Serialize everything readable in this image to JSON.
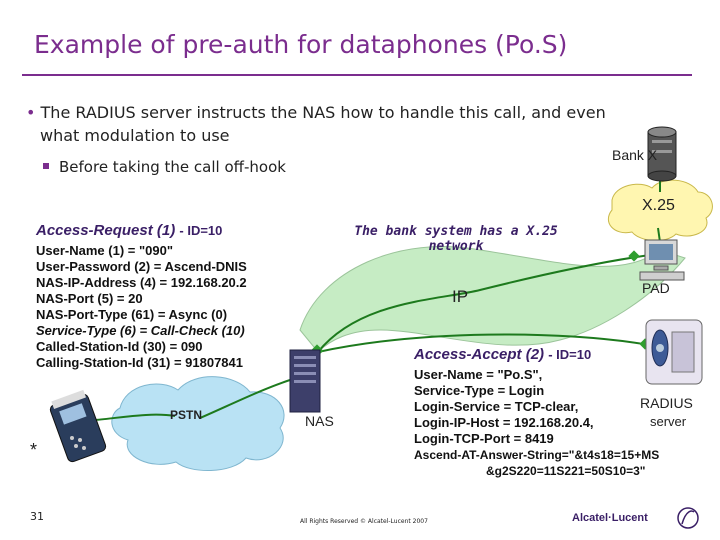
{
  "title": "Example of pre-auth for dataphones (Po.S)",
  "bullets": {
    "main_line1": "The RADIUS server instructs the NAS how to handle this call, and even",
    "main_line2": "what modulation to use",
    "sub": "Before taking the call off-hook"
  },
  "labels": {
    "bank": "Bank X",
    "x25": "X.25",
    "pad": "PAD",
    "ip": "IP",
    "pstn": "PSTN",
    "nas": "NAS",
    "radius": "RADIUS",
    "server": "server",
    "asterisk": "*"
  },
  "bank_note": {
    "line1": "The bank system has a X.25",
    "line2": "network"
  },
  "access_request": {
    "title": "Access-Request (1)",
    "id": "- ID=10",
    "lines": [
      "User-Name (1) = \"090\"",
      "User-Password (2) = Ascend-DNIS",
      "NAS-IP-Address (4) = 192.168.20.2",
      "NAS-Port (5) = 20",
      "NAS-Port-Type (61) = Async (0)",
      "Service-Type (6) = Call-Check (10)",
      "Called-Station-Id (30) = 090",
      "Calling-Station-Id (31) = 91807841"
    ]
  },
  "access_accept": {
    "title": "Access-Accept (2)",
    "id": "- ID=10",
    "lines": [
      "User-Name = \"Po.S\",",
      "Service-Type = Login",
      "Login-Service = TCP-clear,",
      "Login-IP-Host = 192.168.20.4,",
      "Login-TCP-Port = 8419",
      "Ascend-AT-Answer-String=\"&t4s18=15+MS",
      "&g2S220=11S221=50S10=3\""
    ]
  },
  "footer": {
    "page_number": "31",
    "rights": "All Rights Reserved © Alcatel-Lucent 2007",
    "brand": "Alcatel·Lucent"
  },
  "colors": {
    "title": "#7b2d8e",
    "heading": "#3a1f66",
    "cloud_ip": "#c6ecc4",
    "cloud_pstn": "#b9e2f4",
    "cloud_x25": "#fff6b0",
    "link": "#1d7a1d"
  }
}
